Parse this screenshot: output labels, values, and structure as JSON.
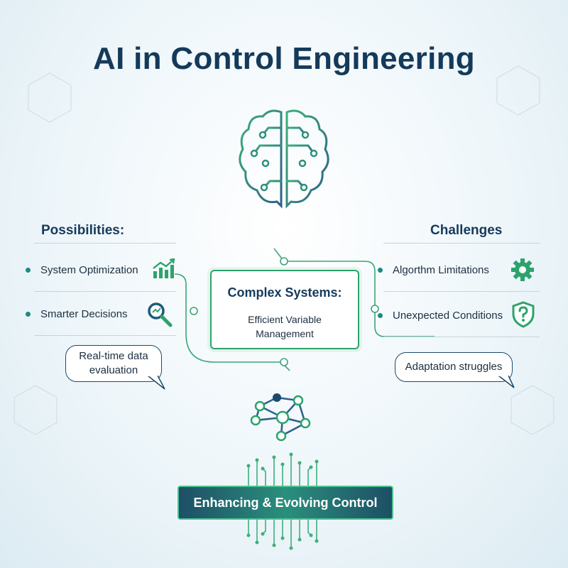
{
  "title": "AI in Control Engineering",
  "possibilities": {
    "heading": "Possibilities:",
    "items": [
      "System Optimization",
      "Smarter Decisions"
    ],
    "bubble": "Real-time data evaluation"
  },
  "challenges": {
    "heading": "Challenges",
    "items": [
      "Algorthm Limitations",
      "Unexpected Conditions"
    ],
    "bubble": "Adaptation struggles"
  },
  "center": {
    "title": "Complex Systems:",
    "subtitle": "Efficient Variable Management"
  },
  "banner": "Enhancing & Evolving Control",
  "colors": {
    "navy": "#143a5a",
    "green": "#2da36b",
    "teal": "#1d8a80",
    "blue": "#2b5f8a"
  },
  "icons": [
    "brain-circuit-icon",
    "growth-chart-icon",
    "magnifier-icon",
    "gear-icon",
    "shield-question-icon",
    "network-icon",
    "circuit-chip-icon"
  ]
}
